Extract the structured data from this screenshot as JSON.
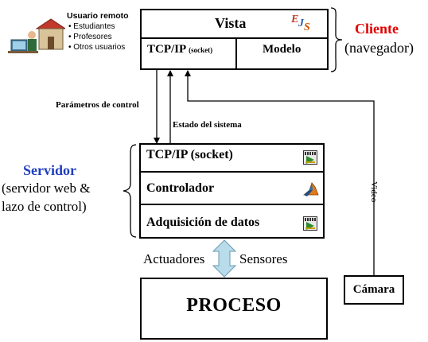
{
  "remote_user": {
    "title": "Usuario remoto",
    "items": [
      "• Estudiantes",
      "• Profesores",
      "• Otros usuarios"
    ]
  },
  "client": {
    "vista": "Vista",
    "tcpip_prefix": "TCP/IP",
    "tcpip_suffix": "(socket)",
    "modelo": "Modelo",
    "title": "Cliente",
    "subtitle": "(navegador)",
    "ejs_logo": "EJS"
  },
  "links": {
    "control_params": "Parámetros de control",
    "system_state": "Estado del sistema",
    "video": "Video"
  },
  "server": {
    "tcpip": "TCP/IP (socket)",
    "controlador": "Controlador",
    "adquisicion": "Adquisición de datos",
    "title": "Servidor",
    "subtitle_line1": "(servidor web &",
    "subtitle_line2": "lazo de control)"
  },
  "io": {
    "actuadores": "Actuadores",
    "sensores": "Sensores"
  },
  "camera": "Cámara",
  "process": "PROCESO",
  "colors": {
    "client_title": "#e00000",
    "server_title": "#1f3fbf",
    "arrow_fill": "#b8dcea"
  }
}
